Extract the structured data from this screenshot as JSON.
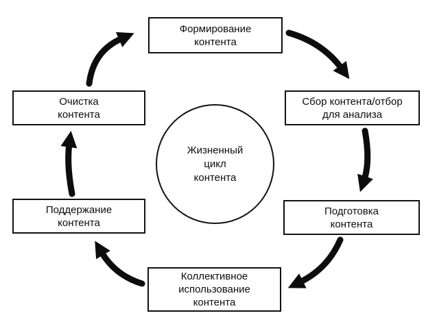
{
  "diagram": {
    "center": {
      "lines": [
        "Жизненный",
        "цикл",
        "контента"
      ]
    },
    "nodes": {
      "formation": {
        "lines": [
          "Формирование",
          "контента"
        ]
      },
      "collection": {
        "lines": [
          "Сбор контента/отбор",
          "для анализа"
        ]
      },
      "preparation": {
        "lines": [
          "Подготовка",
          "контента"
        ]
      },
      "sharing": {
        "lines": [
          "Коллективное",
          "использование",
          "контента"
        ]
      },
      "maintenance": {
        "lines": [
          "Поддержание",
          "контента"
        ]
      },
      "cleanup": {
        "lines": [
          "Очистка",
          "контента"
        ]
      }
    },
    "colors": {
      "ink": "#0d0d0d",
      "background": "#ffffff"
    }
  }
}
